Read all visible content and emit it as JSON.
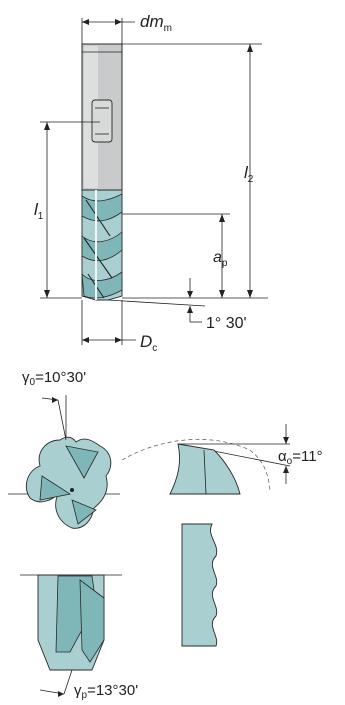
{
  "labels": {
    "dm": "dm",
    "dm_sub": "m",
    "l2": "l",
    "l2_sub": "2",
    "l1": "l",
    "l1_sub": "1",
    "ap": "a",
    "ap_sub": "p",
    "angle_1_30": "1° 30'",
    "dc": "D",
    "dc_sub": "c",
    "gamma0": "γ",
    "gamma0_sub": "0",
    "gamma0_value": "=10°30'",
    "alpha0": "α",
    "alpha0_sub": "o",
    "alpha0_value": "=11°",
    "gammap": "γ",
    "gammap_sub": "p",
    "gammap_value": "=13°30'"
  },
  "colors": {
    "tool_body": "#c9cacb",
    "flute_teal": "#a9cfd0",
    "flute_teal_dark": "#7fb6b8",
    "line": "#222222"
  }
}
